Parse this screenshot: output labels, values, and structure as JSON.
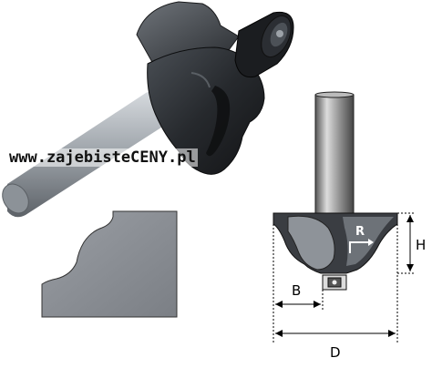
{
  "watermark": "www.zajebisteCENY.pl",
  "dimensions": {
    "label_B": "B",
    "label_D": "D",
    "label_H": "H",
    "label_R": "R"
  },
  "colors": {
    "profile_fill": "#878b91",
    "profile_stroke": "#333333",
    "shank": "#9aa0a6",
    "cutter_body": "#2a2d31",
    "carbide": "#3e4247",
    "bearing": "#1c1e21",
    "dim_line": "#000000"
  }
}
